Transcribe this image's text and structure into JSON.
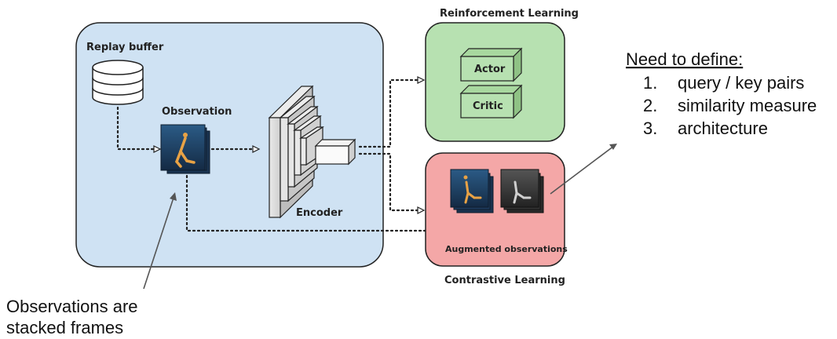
{
  "diagram": {
    "replay_buffer_label": "Replay buffer",
    "observation_label": "Observation",
    "encoder_label": "Encoder",
    "rl_title": "Reinforcement Learning",
    "actor_label": "Actor",
    "critic_label": "Critic",
    "augmented_label": "Augmented observations",
    "contrastive_title": "Contrastive Learning",
    "colors": {
      "blue_panel": "#cfe2f3",
      "green_panel": "#b7e1b1",
      "red_panel": "#f4a7a7",
      "frame_blue": "#1d3a5c",
      "walker": "#e8a245"
    }
  },
  "notes": {
    "define_heading": "Need to define:",
    "items": [
      {
        "num": "1.",
        "text": "query / key pairs"
      },
      {
        "num": "2.",
        "text": "similarity measure"
      },
      {
        "num": "3.",
        "text": "architecture"
      }
    ],
    "observations_line1": "Observations are",
    "observations_line2": "stacked frames"
  }
}
